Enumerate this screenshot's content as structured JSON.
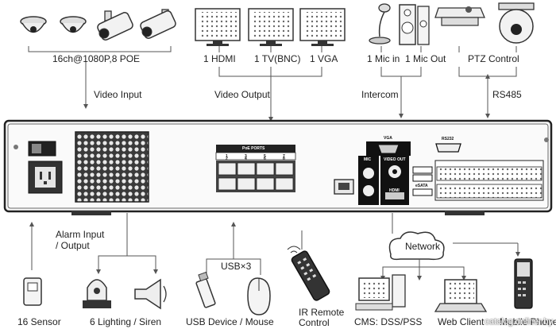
{
  "labels": {
    "cameras": "16ch@1080P,8 POE",
    "video_input": "Video Input",
    "hdmi": "1 HDMI",
    "tv": "1 TV(BNC)",
    "vga": "1 VGA",
    "video_output": "Video Output",
    "mic_in": "1 Mic in",
    "mic_out": "1 Mic Out",
    "intercom": "Intercom",
    "ptz": "PTZ Control",
    "rs485": "RS485",
    "alarm_line1": "Alarm Input",
    "alarm_line2": "/ Output",
    "usb3": "USB×3",
    "network": "Network",
    "sensor": "16 Sensor",
    "lighting": "6 Lighting / Siren",
    "usb_device": "USB Device / Mouse",
    "ir_line1": "IR Remote",
    "ir_line2": "Control",
    "cms": "CMS: DSS/PSS",
    "web_client": "Web Client",
    "mobile": "Mobile Phone"
  },
  "panel": {
    "poe_ports": "PoE PORTS",
    "port_numbers": [
      "1",
      "3",
      "5",
      "7",
      "2",
      "4",
      "6",
      "8"
    ],
    "vga": "VGA",
    "rs232": "RS232",
    "mic": "MIC",
    "video_out": "VIDEO OUT",
    "esata": "eSATA",
    "hdmi": "HDMI"
  },
  "watermark": "catalog.onliner.by"
}
